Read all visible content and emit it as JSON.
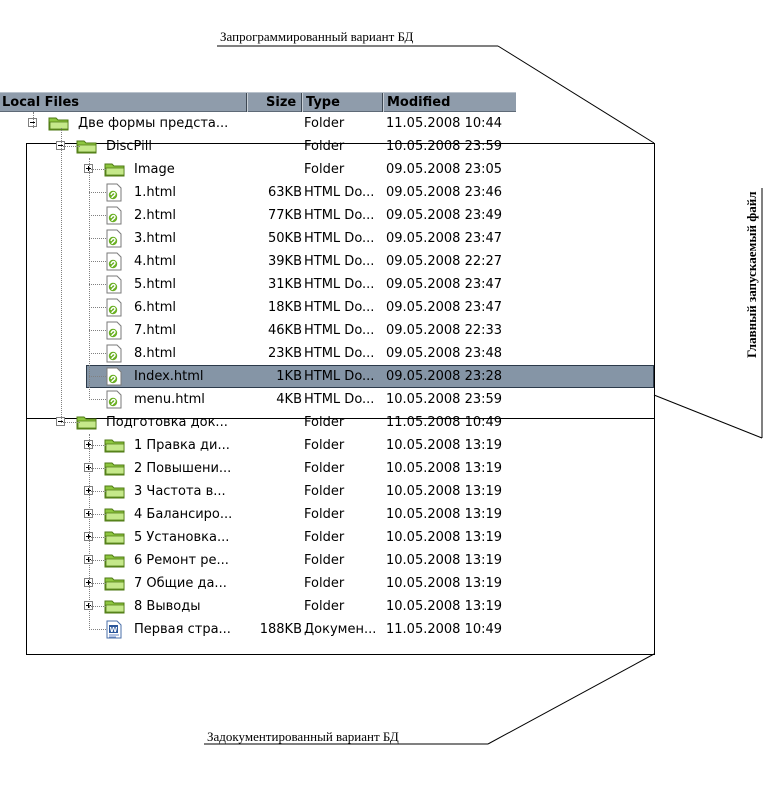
{
  "annotations": {
    "top": "Запрограммированный вариант БД",
    "side": "Главный запускаемый файл",
    "bottom": "Задокументированный вариант БД"
  },
  "header": {
    "name": "Local Files",
    "size": "Size",
    "type": "Type",
    "modified": "Modified"
  },
  "colors": {
    "header_bg": "#8f9cab",
    "selection_bg": "#8595a6",
    "folder": "#a6d45a"
  },
  "rows": [
    {
      "name": "Две формы предста...",
      "size": "",
      "type": "Folder",
      "modified": "11.05.2008 10:44",
      "icon": "folder-icon",
      "expander": "minus"
    },
    {
      "name": "DiscPill",
      "size": "",
      "type": "Folder",
      "modified": "10.05.2008 23:59",
      "icon": "folder-icon",
      "expander": "minus"
    },
    {
      "name": "Image",
      "size": "",
      "type": "Folder",
      "modified": "09.05.2008 23:05",
      "icon": "folder-icon",
      "expander": "plus"
    },
    {
      "name": "1.html",
      "size": "63KB",
      "type": "HTML Do...",
      "modified": "09.05.2008 23:46",
      "icon": "html-file-icon"
    },
    {
      "name": "2.html",
      "size": "77KB",
      "type": "HTML Do...",
      "modified": "09.05.2008 23:49",
      "icon": "html-file-icon"
    },
    {
      "name": "3.html",
      "size": "50KB",
      "type": "HTML Do...",
      "modified": "09.05.2008 23:47",
      "icon": "html-file-icon"
    },
    {
      "name": "4.html",
      "size": "39KB",
      "type": "HTML Do...",
      "modified": "09.05.2008 22:27",
      "icon": "html-file-icon"
    },
    {
      "name": "5.html",
      "size": "31KB",
      "type": "HTML Do...",
      "modified": "09.05.2008 23:47",
      "icon": "html-file-icon"
    },
    {
      "name": "6.html",
      "size": "18KB",
      "type": "HTML Do...",
      "modified": "09.05.2008 23:47",
      "icon": "html-file-icon"
    },
    {
      "name": "7.html",
      "size": "46KB",
      "type": "HTML Do...",
      "modified": "09.05.2008 22:33",
      "icon": "html-file-icon"
    },
    {
      "name": "8.html",
      "size": "23KB",
      "type": "HTML Do...",
      "modified": "09.05.2008 23:48",
      "icon": "html-file-icon"
    },
    {
      "name": "Index.html",
      "size": "1KB",
      "type": "HTML Do...",
      "modified": "09.05.2008 23:28",
      "icon": "html-file-icon",
      "selected": true
    },
    {
      "name": "menu.html",
      "size": "4KB",
      "type": "HTML Do...",
      "modified": "10.05.2008 23:59",
      "icon": "html-file-icon"
    },
    {
      "name": "Подготовка док...",
      "size": "",
      "type": "Folder",
      "modified": "11.05.2008 10:49",
      "icon": "folder-icon",
      "expander": "minus"
    },
    {
      "name": "1 Правка ди...",
      "size": "",
      "type": "Folder",
      "modified": "10.05.2008 13:19",
      "icon": "folder-icon",
      "expander": "plus"
    },
    {
      "name": "2 Повышени...",
      "size": "",
      "type": "Folder",
      "modified": "10.05.2008 13:19",
      "icon": "folder-icon",
      "expander": "plus"
    },
    {
      "name": "3 Частота в...",
      "size": "",
      "type": "Folder",
      "modified": "10.05.2008 13:19",
      "icon": "folder-icon",
      "expander": "plus"
    },
    {
      "name": "4 Балансиро...",
      "size": "",
      "type": "Folder",
      "modified": "10.05.2008 13:19",
      "icon": "folder-icon",
      "expander": "plus"
    },
    {
      "name": "5 Установка...",
      "size": "",
      "type": "Folder",
      "modified": "10.05.2008 13:19",
      "icon": "folder-icon",
      "expander": "plus"
    },
    {
      "name": "6 Ремонт ре...",
      "size": "",
      "type": "Folder",
      "modified": "10.05.2008 13:19",
      "icon": "folder-icon",
      "expander": "plus"
    },
    {
      "name": "7 Общие да...",
      "size": "",
      "type": "Folder",
      "modified": "10.05.2008 13:19",
      "icon": "folder-icon",
      "expander": "plus"
    },
    {
      "name": "8 Выводы",
      "size": "",
      "type": "Folder",
      "modified": "10.05.2008 13:19",
      "icon": "folder-icon",
      "expander": "plus"
    },
    {
      "name": "Первая стра...",
      "size": "188KB",
      "type": "Докумен...",
      "modified": "11.05.2008 10:49",
      "icon": "word-document-icon"
    }
  ]
}
